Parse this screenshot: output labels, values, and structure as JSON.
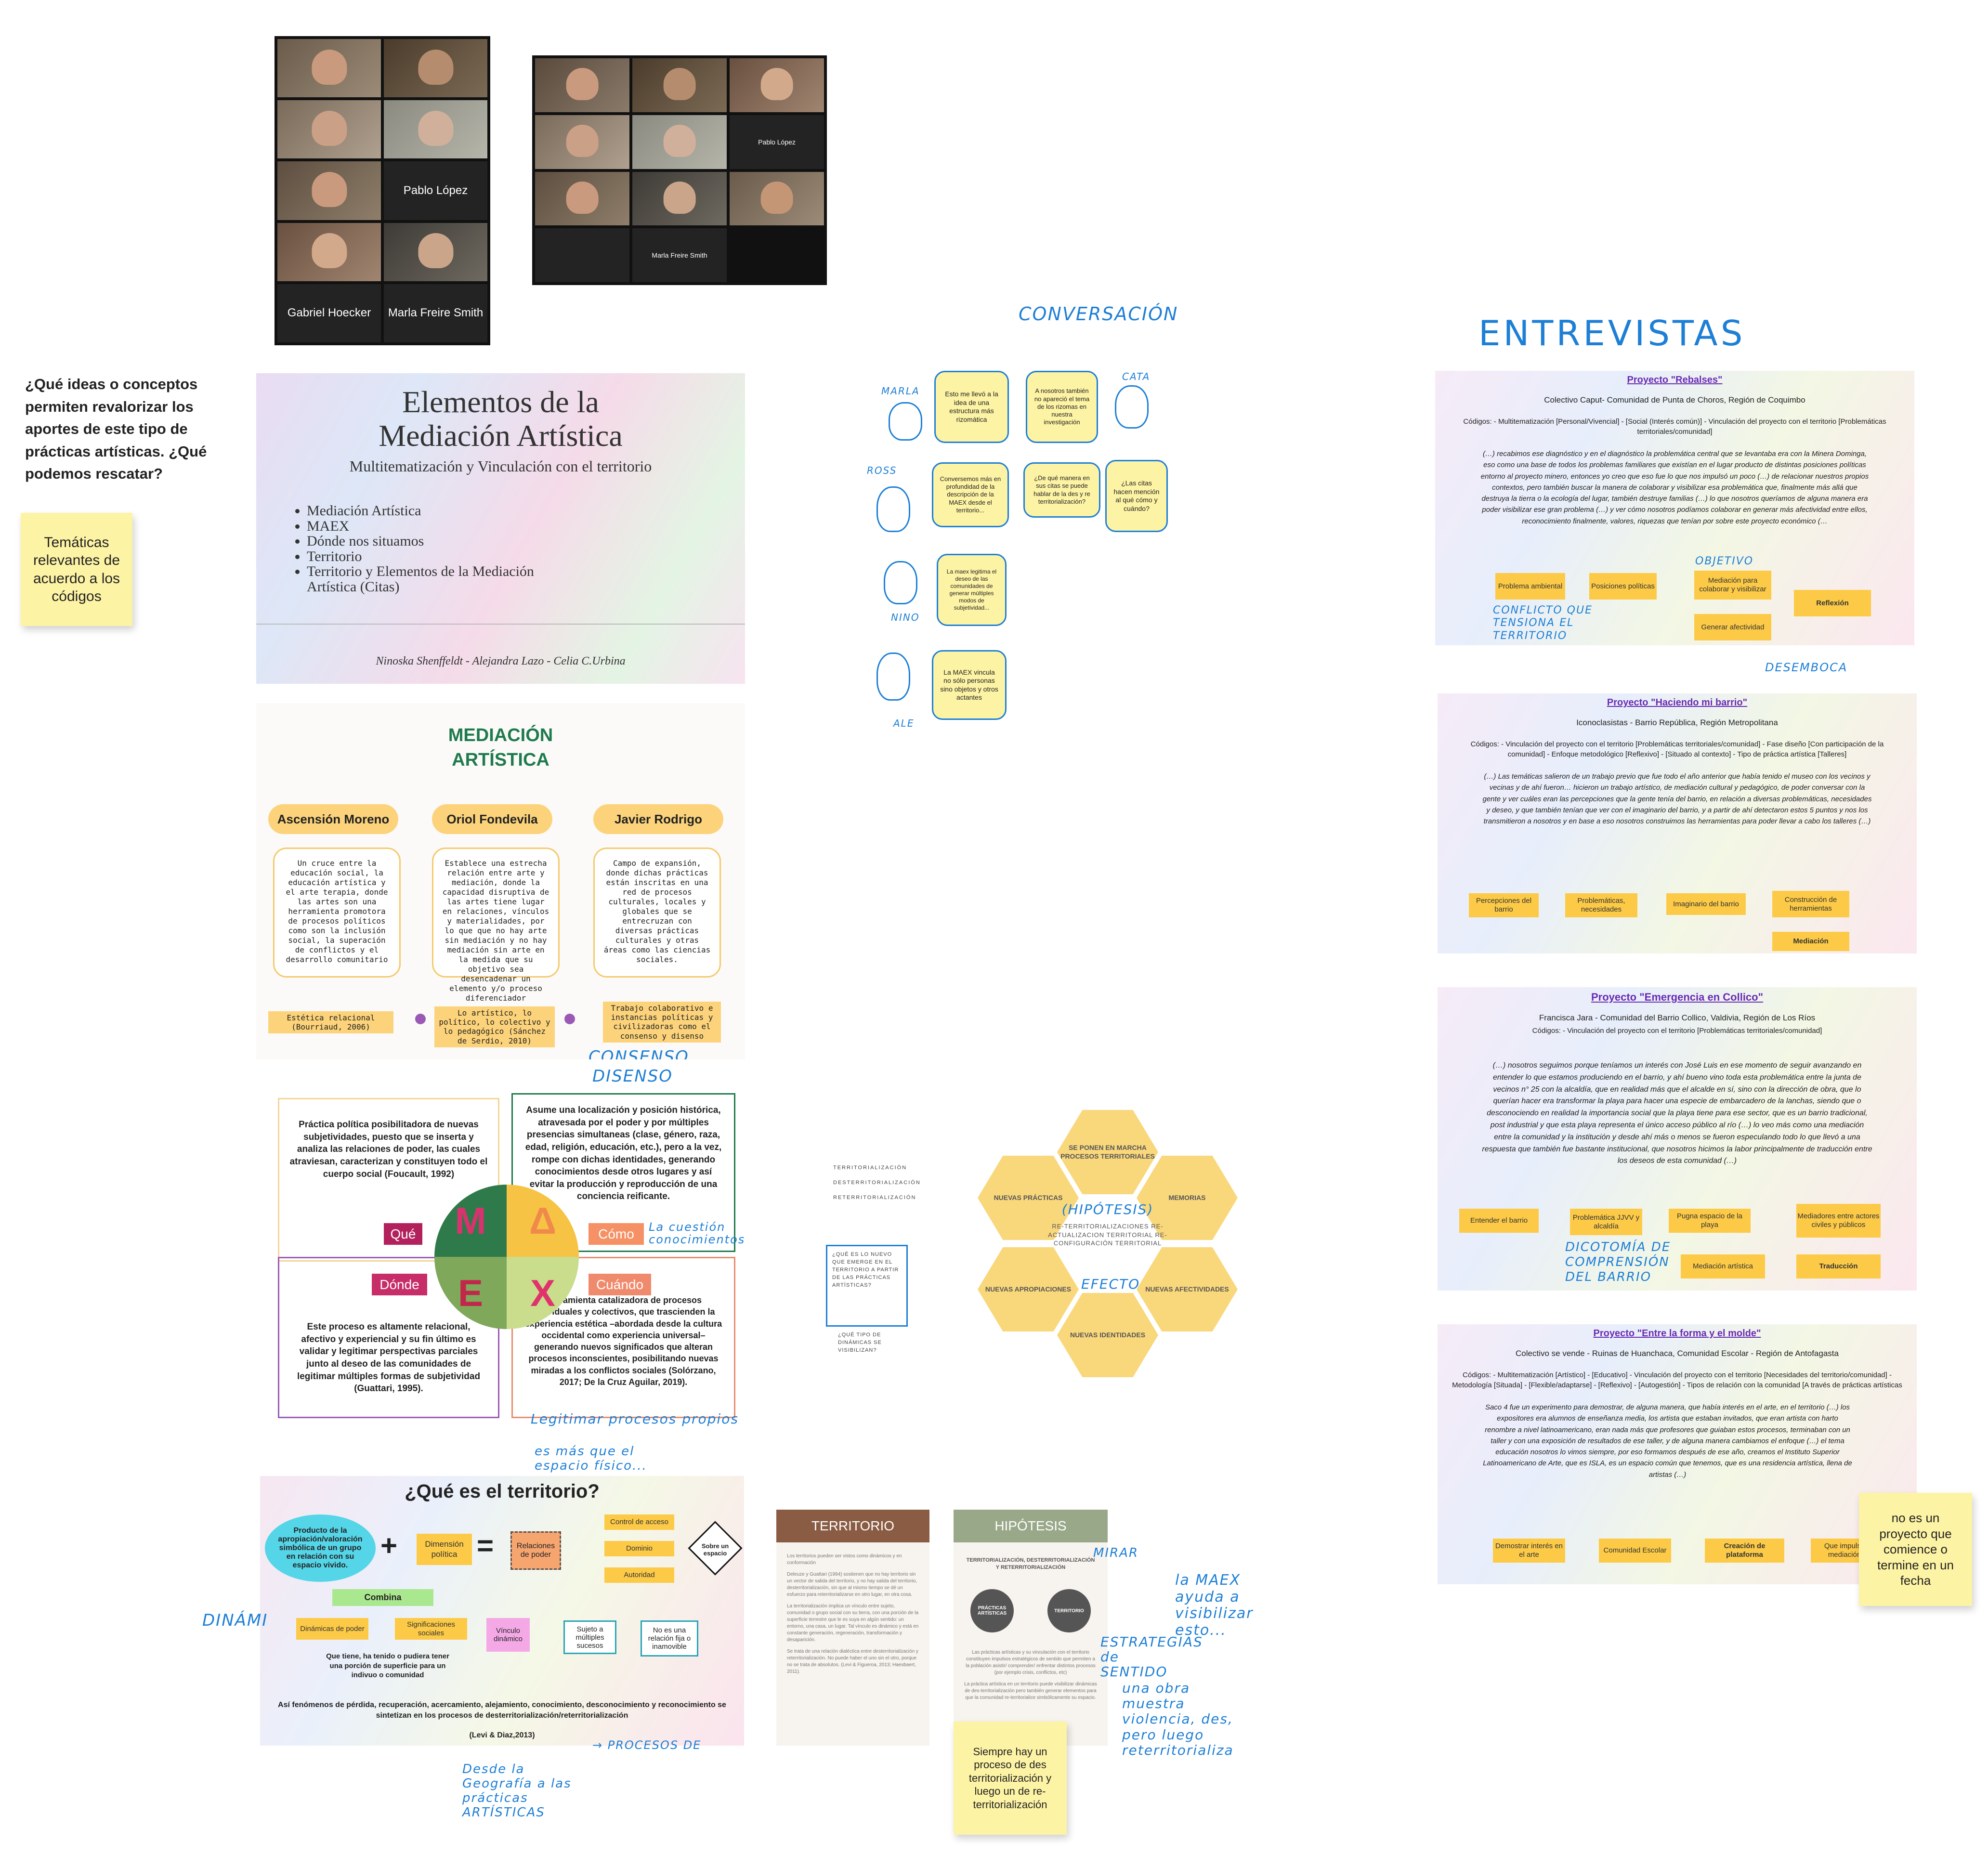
{
  "zoom1": {
    "names": [
      "",
      "",
      "",
      "",
      "",
      "Pablo López",
      "",
      "",
      "Gabriel Hoecker",
      "Marla Freire Smith"
    ]
  },
  "zoom2": {
    "names": [
      "",
      "",
      "",
      "",
      "",
      "Pablo López",
      "",
      "",
      "",
      "",
      "Marla Freire Smith",
      ""
    ]
  },
  "question": {
    "text": "¿Qué ideas o conceptos permiten revalorizar los aportes de este tipo de prácticas artísticas. ¿Qué podemos rescatar?"
  },
  "sticky_tematicas": "Temáticas relevantes de acuerdo a los códigos",
  "slide1": {
    "title_1": "Elementos de la",
    "title_2": "Mediación Artística",
    "subtitle": "Multitematización y Vinculación con el territorio",
    "bullets": [
      "Mediación Artística",
      "MAEX",
      "Dónde nos situamos",
      "Territorio",
      "Territorio y Elementos de la Mediación Artística (Citas)"
    ],
    "authors": "Ninoska Shenffeldt - Alejandra Lazo - Celia C.Urbina"
  },
  "slide2": {
    "title_1": "MEDIACIÓN",
    "title_2": "ARTÍSTICA",
    "people": [
      {
        "name": "Ascensión Moreno",
        "text": "Un cruce entre la educación social, la educación artística y el arte terapia, donde las artes son una herramienta promotora de procesos políticos como son la inclusión social, la superación de conflictos y el desarrollo comunitario",
        "tag": "Estética relacional (Bourriaud, 2006)"
      },
      {
        "name": "Oriol Fondevila",
        "text": "Establece una estrecha relación entre arte y mediación, donde la capacidad disruptiva de las artes tiene lugar en relaciones, vínculos y materialidades, por lo que que no hay arte sin mediación y no hay mediación sin arte en la medida que su objetivo sea desencadenar un elemento y/o proceso diferenciador",
        "tag": "Lo artístico, lo político, lo colectivo y lo pedagógico (Sánchez de Serdio, 2010)"
      },
      {
        "name": "Javier Rodrigo",
        "text": "Campo de expansión, donde dichas prácticas están inscritas en una red de procesos culturales, locales y globales que se entrecruzan con diversas prácticas culturales y otras áreas como las ciencias sociales.",
        "tag": "Trabajo colaborativo e instancias políticas y civilizadoras como el consenso y disenso"
      }
    ],
    "note_1": "CONSENSO",
    "note_2": "DISENSO"
  },
  "slide3": {
    "tl": "Práctica política posibilitadora de nuevas subjetividades, puesto que se inserta y analiza las relaciones de poder, las cuales atraviesan, caracterizan y constituyen todo el cuerpo social  (Foucault, 1992)",
    "tr": "Asume una localización y posición histórica, atravesada por el poder y por múltiples presencias simultaneas (clase, género, raza, edad, religión, educación, etc.), pero a la vez, rompe con dichas identidades, generando conocimientos desde otros lugares y así evitar la producción y reproducción de una conciencia reificante.",
    "bl": "Este proceso es altamente relacional, afectivo y experiencial y su fin último es validar y legitimar perspectivas parciales junto al deseo de las comunidades de legitimar múltiples formas de subjetividad (Guattari, 1995).",
    "br": "Herramienta catalizadora de procesos individuales y colectivos, que trascienden la experiencia estética –abordada desde la cultura occidental como experiencia universal– generando nuevos significados que alteran procesos inconscientes, posibilitando nuevas miradas a los conflictos sociales (Solórzano, 2017; De la Cruz Aguilar, 2019).",
    "labels": {
      "que": "Qué",
      "como": "Cómo",
      "donde": "Dónde",
      "cuando": "Cuándo"
    },
    "letters": {
      "m": "M",
      "a": "Δ",
      "e": "E",
      "x": "X"
    },
    "note_como": "La cuestión conocimientos",
    "note_bottom": "Legitimar procesos propios",
    "note_below": "es más que el espacio físico..."
  },
  "slide4": {
    "title": "¿Qué es el territorio?",
    "oval": "Producto de la apropiación/valoración simbólica de un grupo en relación con su espacio vivido.",
    "plus": "+",
    "dim": "Dimensión política",
    "eq": "=",
    "rel": "Relaciones de poder",
    "r1": "Control de acceso",
    "r2": "Dominio",
    "r3": "Autoridad",
    "diamond": "Sobre un espacio",
    "combina": "Combina",
    "din": "Dinámicas de poder",
    "sig": "Significaciones sociales",
    "vinc": "Vínculo dinámico",
    "suj": "Sujeto a múltiples sucesos",
    "fija": "No es una relación fija o inamovible",
    "sup": "Que tiene, ha tenido o pudiera tener una porción de superficie para un indivuo o comunidad",
    "foot": "Así fenómenos de pérdida, recuperación, acercamiento, alejamiento, conocimiento, desconocimiento y reconocimiento se sintetizan en los procesos de desterritorialización/reterritorialización",
    "cite": "(Levi & Diaz,2013)",
    "note_left": "DINÁMI",
    "note_down": "Desde la Geografía a las prácticas ARTÍSTICAS",
    "note_right": "→ PROCESOS DE"
  },
  "conversacion": {
    "title": "CONVERSACIÓN",
    "people": [
      "MARLA",
      "CATA",
      "ROSS",
      "NINO",
      "ALE"
    ],
    "bubbles": [
      "Esto me llevó a la idea de una estructura más rizomática",
      "A nosotros también no apareció el tema de los rizomas en nuestra investigación",
      "Conversemos más en profundidad de la descripción de la MAEX desde el territorio...",
      "¿De qué manera en sus citas se puede hablar de la des y re territorialización?",
      "¿Las citas hacen mención al qué cómo y cuándo?",
      "La maex legitima el deseo de las comunidades de generar múltiples modos de subjetividad...",
      "La MAEX vincula no sólo personas sino objetos y otros actantes"
    ]
  },
  "hex": {
    "side_list": [
      "TERRITORIALIZACIÓN",
      "DESTERRITORIALIZACIÓN",
      "RETERRITORIALIZACIÓN"
    ],
    "side_q1": "¿QUÉ ES LO NUEVO QUE EMERGE EN EL TERRITORIO A PARTIR DE LAS PRÁCTICAS ARTÍSTICAS?",
    "side_q2": "¿QUÉ TIPO DE DINÁMICAS SE VISIBILIZAN?",
    "cells": [
      "SE PONEN EN MARCHA PROCESOS TERRITORIALES",
      "MEMORIAS",
      "NUEVAS AFECTIVIDADES",
      "NUEVAS IDENTIDADES",
      "NUEVAS APROPIACIONES",
      "NUEVAS PRÁCTICAS"
    ],
    "center_title": "(HIPÓTESIS)",
    "center_text": "RE-TERRITORIALIZACIONES RE-ACTUALIZACION TERRITORIAL RE-CONFIGURACIÓN TERRITORIAL",
    "efecto": "EFECTO"
  },
  "terr": {
    "left_title": "TERRITORIO",
    "right_title": "HIPÓTESIS",
    "left_p1": "Los territorios pueden ser vistos como dinámicos y en conformación",
    "left_p2": "Deleuze y Guattari (1994) sostienen que no hay territorio sin un vector de salida del territorio, y no hay salida del territorio, desterritorialización, sin que al mismo tiempo se dé un esfuerzo para reterritorializarse en otro lugar, en otra cosa.",
    "left_p3": "La territorialización implica un vínculo entre sujeto, comunidad o grupo social con su tierra, con una porción de la superficie terrestre que le es suya en algún sentido: un entorno, una casa, un lugar. Tal vínculo es dinámico y está en constante generación, regeneración, transformación y desaparición.",
    "left_p4": "Se trata de una relación dialéctica entre desterritorialización y reterritorialización. No puede haber el uno sin el otro, porque no se trata de absolutos. (Levi & Figueroa, 2013; Haesbaert, 2011).",
    "right_head": "TERRITORIALIZACIÓN, DESTERRITORIALIZACIÓN Y RETERRITORIALIZACIÓN",
    "circle_l": "PRÁCTICAS ARTÍSTICAS",
    "circle_r": "TERRITORIO",
    "right_p1": "Las prácticas artísticas y su vinculación con el territorio constituyen impulsos estratégicos de sentido que permiten a la población asistir/ comprender/ enfrentar distintos procesos (por ejemplo crisis, conflictos, etc)",
    "right_p2": "La práctica artística en un territorio puede visibilizar dinámicas de des-territorialización pero también generar elementos para que la comunidad re-territorialice simbólicamente su espacio.",
    "note_mirar": "MIRAR",
    "note_maex": "la MAEX ayuda a visibilizar esto...",
    "note_estr": "ESTRATEGIAS de SENTIDO",
    "note_obra": "una obra muestra violencia, des, pero luego reterritorializa",
    "sticky": "Siempre hay un proceso de des territorialización y luego un de re-territorialización"
  },
  "entrevistas": {
    "title": "ENTREVISTAS",
    "cards": [
      {
        "title": "Proyecto \"Rebalses\"",
        "place": "Colectivo Caput- Comunidad de Punta de Choros, Región de Coquimbo",
        "codes": "Códigos: - Multitematización [Personal/Vivencial] - [Social (Interés común)] - Vinculación del proyecto con el territorio [Problemáticas territoriales/comunidad]",
        "quote": "(…) recabimos ese diagnóstico y en el diagnóstico la problemática central que se levantaba era con la Minera Dominga, eso como una base de todos los problemas familiares que existían en el lugar producto de distintas posiciones políticas entorno al proyecto minero, entonces yo creo que eso fue lo que nos impulsó un poco (…) de relacionar nuestros propios contextos, pero también buscar la manera de colaborar y visibilizar esa problemática que, finalmente más allá que destruya la tierra o la ecología del lugar, también destruye familias (…) lo que nosotros queríamos de alguna manera era poder visibilizar ese gran problema (…) y ver cómo nosotros podíamos colaborar en generar más afectividad entre ellos, reconocimiento finalmente, valores, riquezas que tenían por sobre este proyecto económico (…",
        "boxes": [
          "Problema ambiental",
          "Posiciones políticas",
          "Mediación para colaborar y visibilizar",
          "Generar afectividad",
          "Reflexión"
        ],
        "notes": [
          "OBJETIVO",
          "CONFLICTO QUE TENSIONA EL TERRITORIO",
          "DESEMBOCA"
        ]
      },
      {
        "title": "Proyecto \"Haciendo mi barrio\"",
        "place": "Iconoclasistas - Barrio República, Región Metropolitana",
        "codes": "Códigos: - Vinculación del proyecto con el territorio [Problemáticas territoriales/comunidad] - Fase diseño [Con participación de la comunidad] - Enfoque metodológico [Reflexivo] - [Situado al contexto] - Tipo de práctica artística [Talleres]",
        "quote": "(…) Las temáticas salieron de un trabajo previo que fue todo el año anterior que había tenido el museo con los vecinos y vecinas y de ahí fueron… hicieron un trabajo artístico, de mediación cultural y pedagógico, de poder conversar con la gente y ver cuáles eran las percepciones que la gente tenía del barrio, en relación a diversas problemáticas, necesidades y deseo, y que también tenían que ver con el imaginario del barrio, y a partir de ahí detectaron estos 5 puntos y nos los transmitieron a nosotros y en base a eso nosotros construimos las herramientas para poder llevar a cabo los talleres (…)",
        "boxes": [
          "Percepciones del barrio",
          "Problemáticas, necesidades",
          "Imaginario del barrio",
          "Construcción de herramientas",
          "Mediación"
        ]
      },
      {
        "title": "Proyecto \"Emergencia en Collico\"",
        "place": "Francisca Jara - Comunidad del Barrio Collico, Valdivia, Región de Los Ríos",
        "codes": "Códigos: - Vinculación del proyecto con el territorio [Problemáticas territoriales/comunidad]",
        "quote": "(…) nosotros seguimos porque teníamos un interés con José Luis en ese momento de seguir avanzando en entender lo que estamos produciendo en el barrio, y ahí bueno vino toda esta problemática entre la junta de vecinos n° 25 con la alcaldía, que en realidad más que el alcalde en sí, sino con la dirección de obra, que lo querían hacer era transformar la playa para hacer una especie de embarcadero de la lanchas, siendo que o desconociendo en realidad la importancia social que la playa tiene para ese sector, que es un barrio tradicional, post industrial y que esta playa representa el único acceso público al río (…) lo veo más como una mediación entre la comunidad y la institución y desde ahí más o menos se fueron especulando todo lo que llevó a una respuesta que también fue bastante institucional, que nosotros hicimos la labor principalmente de traducción entre los deseos de esta comunidad (…)",
        "boxes": [
          "Entender el barrio",
          "Problemática JJVV y alcaldía",
          "Pugna espacio de la playa",
          "Mediadores entre actores civiles y públicos",
          "Mediación artística",
          "Traducción"
        ],
        "notes": [
          "DICOTOMÍA DE COMPRENSIÓN DEL BARRIO"
        ]
      },
      {
        "title": "Proyecto \"Entre la forma y el molde\"",
        "place": "Colectivo se vende - Ruinas de Huanchaca, Comunidad Escolar - Región de Antofagasta",
        "codes": "Códigos: - Multitematización [Artístico] - [Educativo] - Vinculación del proyecto con el territorio [Necesidades del territorio/comunidad] - Metodología [Situada] - [Flexible/adaptarse] - [Reflexivo] - [Autogestión] - Tipos de relación con la comunidad [A través de prácticas artísticas",
        "quote": "Saco 4 fue un experimento para demostrar, de alguna manera, que había interés en el arte, en el territorio (…) los expositores era alumnos de enseñanza media, los artista que estaban invitados, que eran artista con harto renombre a nivel latinoamericano, eran nada más que profesores que guiaban estos procesos, terminaban con un taller y con una exposición de resultados de ese taller, y de alguna manera cambiamos el enfoque (…) el tema educación nosotros lo vimos siempre, por eso formamos después de ese año, creamos el Instituto Superior Latinoamericano de Arte, que es ISLA, es un espacio común que tenemos, que es una residencia artística, llena de artistas (…)",
        "boxes": [
          "Demostrar interés en el arte",
          "Comunidad Escolar",
          "Creación de plataforma",
          "Que impulsa mediación"
        ]
      }
    ],
    "sticky": "no es un proyecto que comience o termine en un fecha"
  }
}
